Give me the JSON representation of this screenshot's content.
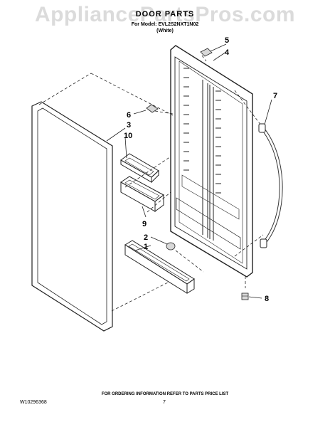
{
  "watermark": "AppliancePartsPros.com",
  "header": {
    "title": "DOOR PARTS",
    "model_line": "For Model: EVL2S2NXT1N02",
    "color_line": "(White)"
  },
  "callouts": [
    {
      "id": "c5",
      "label": "5"
    },
    {
      "id": "c4",
      "label": "4"
    },
    {
      "id": "c7",
      "label": "7"
    },
    {
      "id": "c6",
      "label": "6"
    },
    {
      "id": "c3",
      "label": "3"
    },
    {
      "id": "c10",
      "label": "10"
    },
    {
      "id": "c9",
      "label": "9"
    },
    {
      "id": "c2",
      "label": "2"
    },
    {
      "id": "c1",
      "label": "1"
    },
    {
      "id": "c8",
      "label": "8"
    }
  ],
  "footer": {
    "ordering_note": "FOR ORDERING INFORMATION REFER TO PARTS PRICE LIST",
    "doc_number": "W10296368",
    "page_number": "7"
  }
}
